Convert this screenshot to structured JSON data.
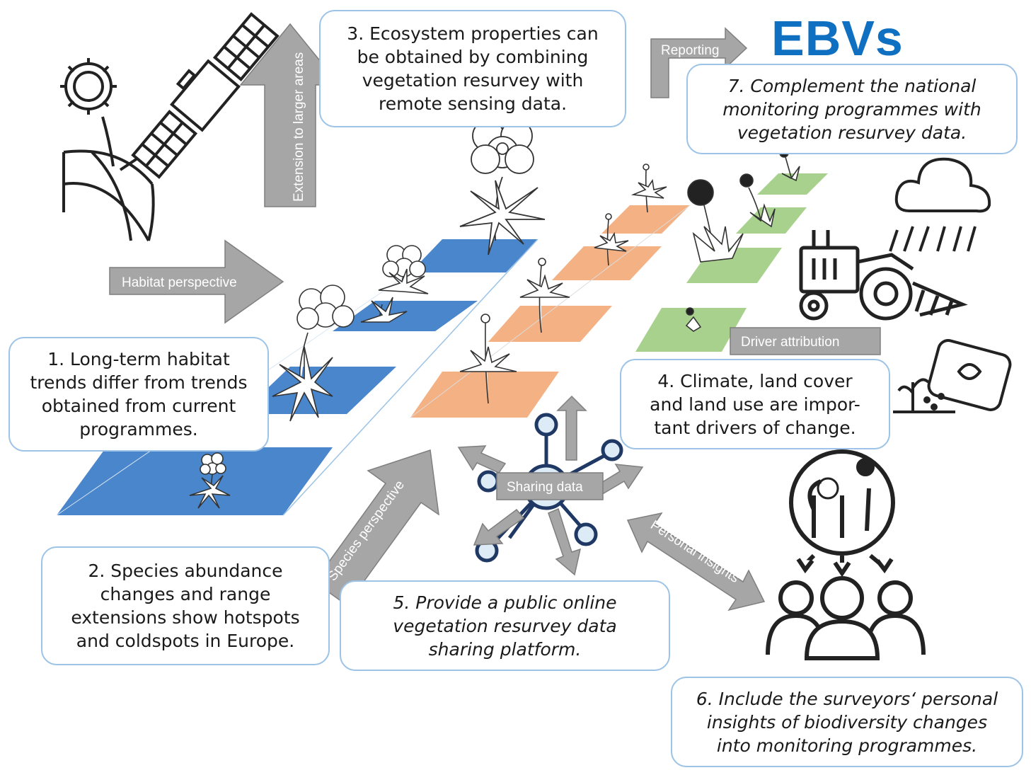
{
  "header": {
    "ebvs": "EBVs"
  },
  "boxes": {
    "b1": "1. Long-term habitat\ntrends differ from trends\nobtained from current\nprogrammes.",
    "b2": "2. Species abundance\nchanges and range\nextensions show hotspots\nand coldspots in Europe.",
    "b3": "3. Ecosystem properties can\nbe obtained by combining\nvegetation resurvey with\nremote sensing data.",
    "b4": "4. Climate, land cover\nand land use are impor-\ntant drivers of change.",
    "b5": "5. Provide a public online\nvegetation resurvey data\nsharing platform.",
    "b6": "6. Include the surveyors‘ personal\ninsights of biodiversity changes\ninto monitoring programmes.",
    "b7": "7. Complement the national\nmonitoring programmes with\nvegetation resurvey data."
  },
  "arrows": {
    "extension": "Extension to larger areas",
    "reporting": "Reporting",
    "habitat": "Habitat perspective",
    "species": "Species perspective",
    "sharing": "Sharing data",
    "driver": "Driver attribution",
    "personal": "Personal insights"
  },
  "colors": {
    "habitat_plot": "#4a86cb",
    "species_plot": "#f4b183",
    "driver_plot": "#a9d18e",
    "arrow_fill": "#a6a6a6",
    "box_border": "#9dc3e6",
    "ebvs_text": "#0f6fc0",
    "network": "#1f3864",
    "network_node": "#ddebf7"
  },
  "icons": [
    "sun-icon",
    "satellite-icon",
    "globe-icon",
    "flower-icon",
    "dandelion-icon",
    "tractor-icon",
    "rain-cloud-icon",
    "fertilizer-icon",
    "network-icon",
    "people-icon"
  ]
}
